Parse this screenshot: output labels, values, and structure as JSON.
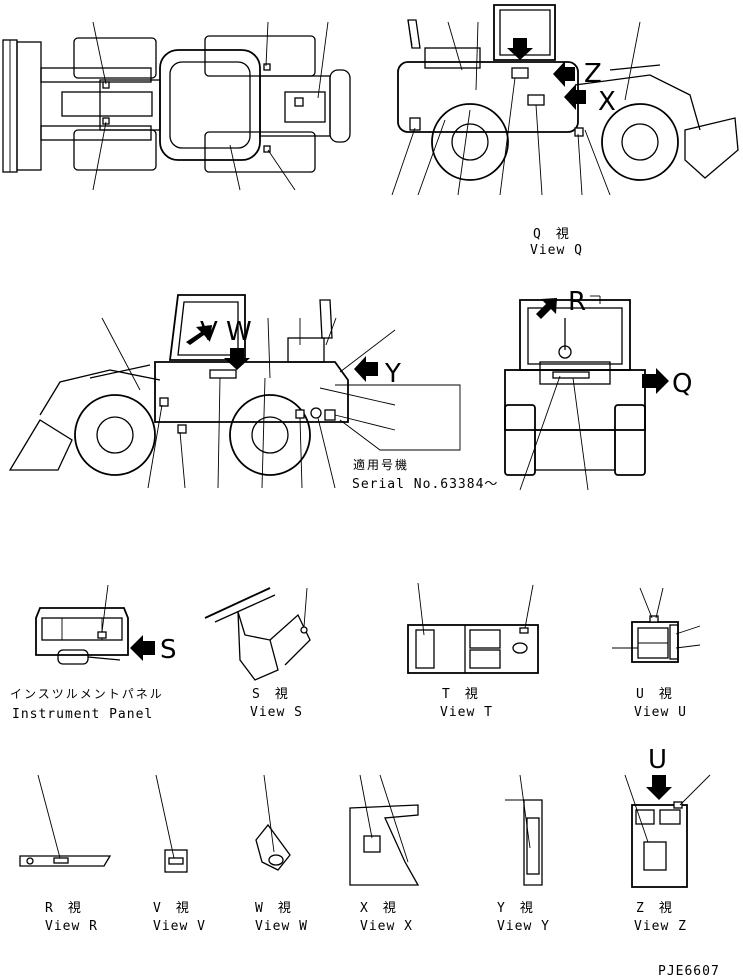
{
  "views": {
    "view_q": {
      "jp": "Q　視",
      "en": "View Q"
    },
    "serial": {
      "jp": "適用号機",
      "en": "Serial No.63384～"
    },
    "view_s": {
      "jp": "S　視",
      "en": "View S"
    },
    "view_t": {
      "jp": "T　視",
      "en": "View T"
    },
    "view_u": {
      "jp": "U　視",
      "en": "View U"
    },
    "instrument": {
      "jp": "インスツルメントパネル",
      "en": "Instrument Panel"
    },
    "view_r": {
      "jp": "R　視",
      "en": "View R"
    },
    "view_v": {
      "jp": "V　視",
      "en": "View V"
    },
    "view_w": {
      "jp": "W　視",
      "en": "View W"
    },
    "view_x": {
      "jp": "X　視",
      "en": "View X"
    },
    "view_y": {
      "jp": "Y　視",
      "en": "View Y"
    },
    "view_z": {
      "jp": "Z　視",
      "en": "View Z"
    }
  },
  "arrow_letters": {
    "q": "Q",
    "r": "R",
    "s": "S",
    "u": "U",
    "v": "V",
    "w": "W",
    "x": "X",
    "y": "Y",
    "z": "Z"
  },
  "drawing_code": "PJE6607"
}
